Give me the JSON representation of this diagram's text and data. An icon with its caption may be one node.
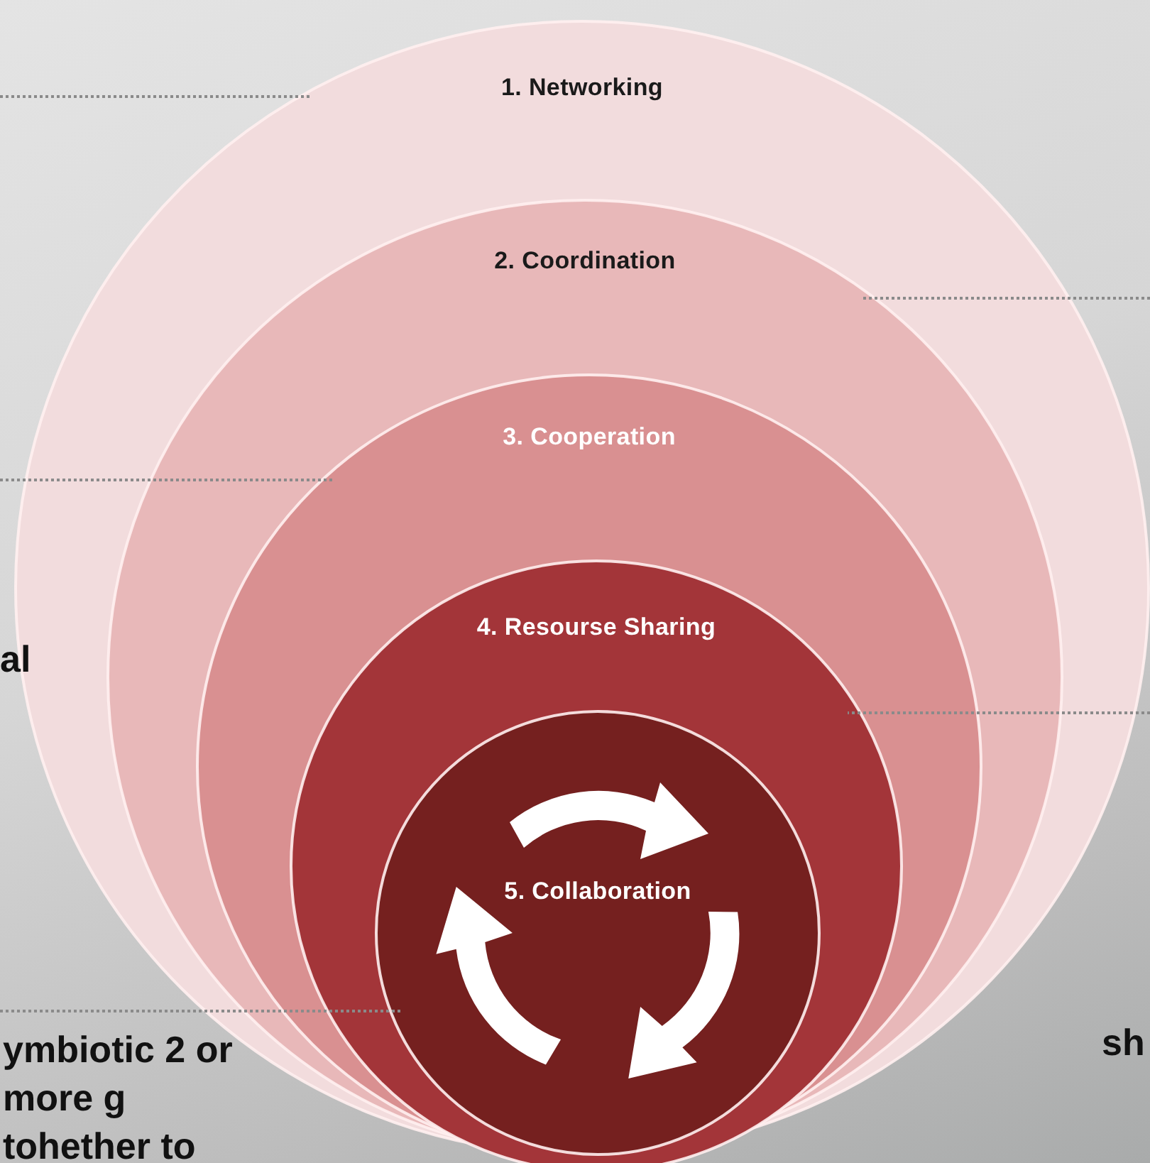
{
  "diagram": {
    "nodes": [
      {
        "text": [
          "1. Networking"
        ]
      },
      {
        "text": [
          "2. Coordination"
        ],
        "in": 0
      },
      {
        "text": [
          "3. Cooperation"
        ],
        "in": 1
      },
      {
        "text": [
          "4. Resourse Sharing"
        ],
        "in": 2
      },
      {
        "text": [
          "5. Collaboration"
        ],
        "in": 3
      }
    ],
    "edges": [
      {
        "from": null,
        "to": 0,
        "arrow": "none"
      },
      {
        "from": null,
        "to": 1,
        "arrow": "none"
      },
      {
        "from": null,
        "to": 2,
        "arrow": "none"
      },
      {
        "from": null,
        "to": 3,
        "arrow": "none"
      },
      {
        "from": null,
        "to": 4,
        "arrow": "none"
      }
    ],
    "labels": [
      "al",
      "ymbiotic 2 or more g tohether to",
      "sh"
    ]
  }
}
